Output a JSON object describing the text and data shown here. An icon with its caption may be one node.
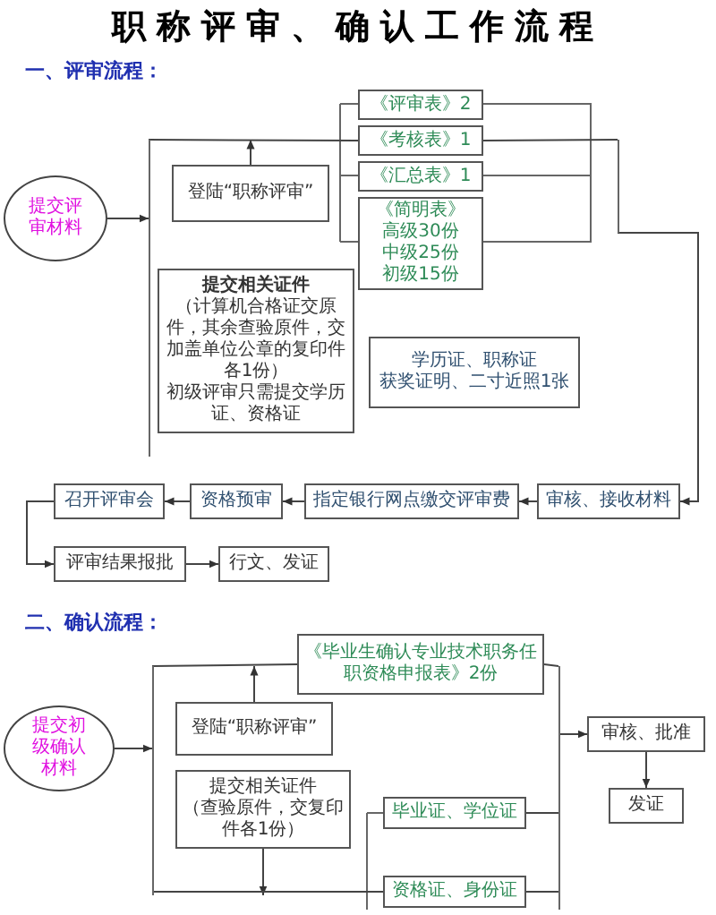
{
  "diagram": {
    "title": "职称评审、确认工作流程",
    "nodes": [
      {
        "text": [
          "提交评审材料"
        ]
      },
      {
        "text": [
          "登陆“职称评审”"
        ]
      },
      {
        "text": [
          "《评审表》2"
        ]
      },
      {
        "text": [
          "《考核表》1"
        ]
      },
      {
        "text": [
          "《汇总表》1"
        ]
      },
      {
        "text": [
          "《简明表》",
          "高级30份中级25份初级15份"
        ]
      },
      {
        "text": [
          "提交相关证件",
          "（计算机合格证交原件，其余查验原件，交加盖单位公章的复印件各1份）",
          "初级评审只需提交学历证、资格证"
        ]
      },
      {
        "text": [
          "学历证、职称证",
          "获奖证明、二寸近照1张"
        ]
      },
      {
        "text": [
          "召开评审会"
        ]
      },
      {
        "text": [
          "资格预审"
        ]
      },
      {
        "text": [
          "指定银行网点缴交评审费"
        ]
      },
      {
        "text": [
          "审核、接收材料"
        ]
      },
      {
        "text": [
          "评审结果报批"
        ]
      },
      {
        "text": [
          "行文、发证"
        ]
      },
      {
        "text": [
          "提交初级确认材料"
        ]
      },
      {
        "text": [
          "登陆“职称评审”"
        ]
      },
      {
        "text": [
          "《毕业生确认专业技术职务任职资格申报表》2份"
        ]
      },
      {
        "text": [
          "提交相关证件",
          "（查验原件，交复印件各1份）"
        ]
      },
      {
        "text": [
          "毕业证、学位证"
        ]
      },
      {
        "text": [
          "资格证、身份证"
        ]
      },
      {
        "text": [
          "审核、批准"
        ]
      },
      {
        "text": [
          "发证"
        ]
      },
      {
        "text": [],
        "shape": "bar"
      },
      {
        "text": [],
        "shape": "bar"
      },
      {
        "text": [],
        "shape": "bar"
      },
      {
        "text": [],
        "shape": "bar"
      }
    ],
    "edges": [
      {
        "from": 0,
        "to": 22,
        "arrow": "to"
      },
      {
        "from": 1,
        "to": null,
        "arrow": "to"
      },
      {
        "from": 23,
        "to": 11,
        "arrow": "to"
      },
      {
        "from": 11,
        "to": 10,
        "arrow": "to"
      },
      {
        "from": 10,
        "to": 9,
        "arrow": "to"
      },
      {
        "from": 9,
        "to": 8,
        "arrow": "to"
      },
      {
        "from": 8,
        "to": 12,
        "arrow": "to"
      },
      {
        "from": 12,
        "to": 13,
        "arrow": "to"
      },
      {
        "from": 14,
        "to": 24,
        "arrow": "to"
      },
      {
        "from": 15,
        "to": null,
        "arrow": "to"
      },
      {
        "from": 17,
        "to": null,
        "arrow": "to"
      },
      {
        "from": 25,
        "to": 20,
        "arrow": "to"
      },
      {
        "from": 20,
        "to": 21,
        "arrow": "to"
      },
      {
        "from": 22,
        "to": 3,
        "arrow": "none"
      },
      {
        "from": 3,
        "to": 23,
        "arrow": "none"
      },
      {
        "from": 24,
        "to": 16,
        "arrow": "none"
      },
      {
        "from": 16,
        "to": 25,
        "arrow": "none"
      },
      {
        "from": 24,
        "to": 19,
        "arrow": "none"
      },
      {
        "from": 19,
        "to": 25,
        "arrow": "none"
      },
      {
        "from": 18,
        "to": 25,
        "arrow": "none"
      }
    ],
    "labels": [
      "一、评审流程：",
      "二、确认流程："
    ]
  }
}
